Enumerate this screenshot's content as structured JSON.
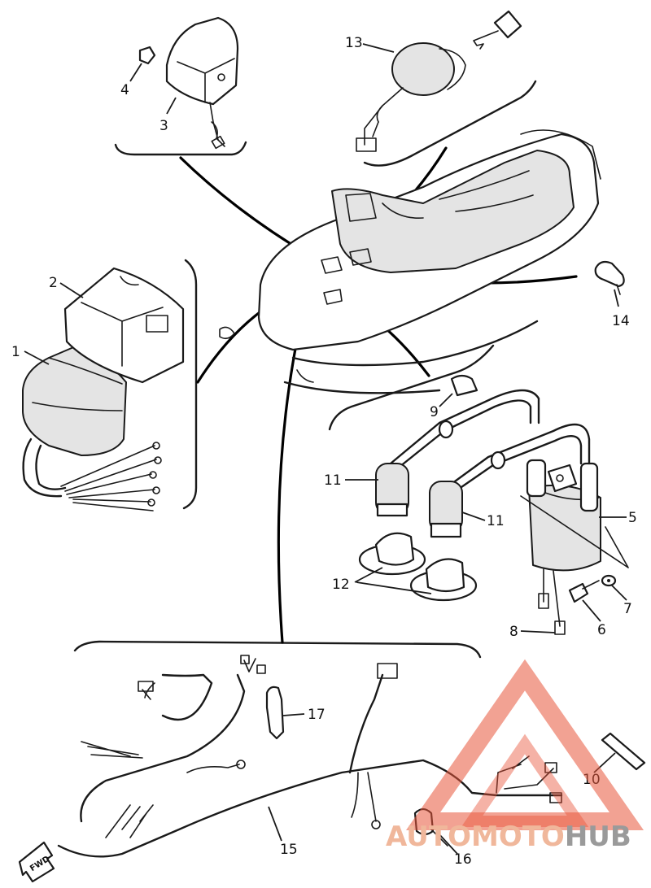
{
  "callouts": {
    "p1": "1",
    "p2": "2",
    "p3": "3",
    "p4": "4",
    "p5": "5",
    "p6": "6",
    "p7": "7",
    "p8": "8",
    "p9": "9",
    "p10": "10",
    "p11a": "11",
    "p11b": "11",
    "p12": "12",
    "p13": "13",
    "p14": "14",
    "p15": "15",
    "p16": "16",
    "p17": "17"
  },
  "direction_marker": {
    "label": "FWD"
  },
  "watermark": {
    "part_red_1": "AUTO",
    "part_red_2": "MOTO",
    "part_grey": "HUB",
    "colors": {
      "red": "#e8553a",
      "grey": "#9a9a9a"
    }
  }
}
